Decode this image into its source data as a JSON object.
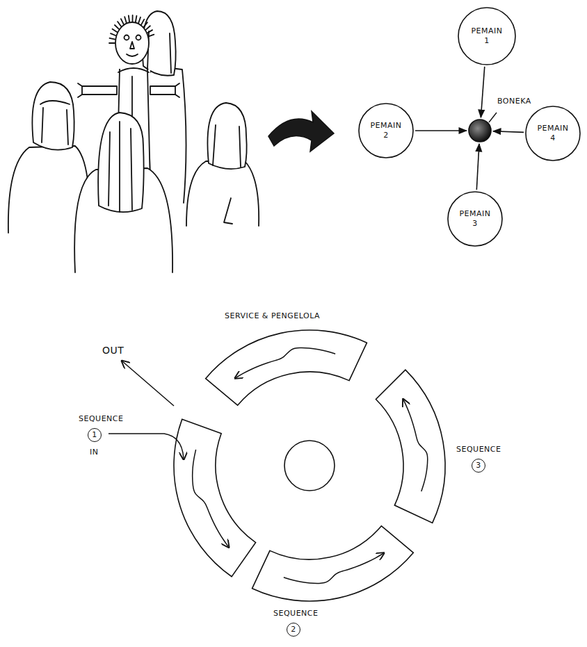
{
  "diagram": {
    "nodes": [
      {
        "text": [
          "PEMAIN 1"
        ]
      },
      {
        "text": [
          "PEMAIN 2"
        ]
      },
      {
        "text": [
          "BONEKA"
        ]
      },
      {
        "text": [
          "PEMAIN 4"
        ]
      },
      {
        "text": [
          "PEMAIN 3"
        ]
      }
    ],
    "edges": [
      {
        "from": 0,
        "to": 2,
        "arrow": "to"
      },
      {
        "from": 1,
        "to": 2,
        "arrow": "to"
      },
      {
        "from": 3,
        "to": 2,
        "arrow": "to"
      },
      {
        "from": 4,
        "to": 2,
        "arrow": "to"
      }
    ],
    "labels": [
      "SERVICE & PENGELOLA",
      "OUT",
      "SEQUENCE",
      "1",
      "IN",
      "SEQUENCE",
      "3",
      "SEQUENCE",
      "2"
    ]
  }
}
